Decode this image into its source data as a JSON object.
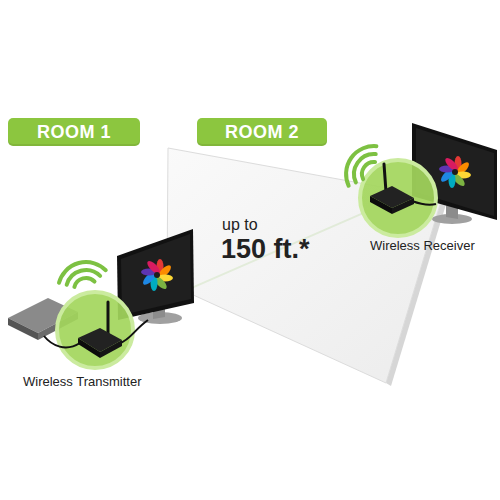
{
  "diagram": {
    "nodes": [
      {
        "text": [
          "ROOM 1"
        ]
      },
      {
        "text": [
          "ROOM 2"
        ]
      },
      {
        "text": [
          "Wireless Transmitter"
        ]
      },
      {
        "text": [
          "Wireless Receiver"
        ]
      }
    ],
    "edges": [
      {
        "from": 2,
        "to": 3,
        "arrow": "none"
      }
    ],
    "labels": [
      "up to",
      "150 ft.*"
    ]
  }
}
